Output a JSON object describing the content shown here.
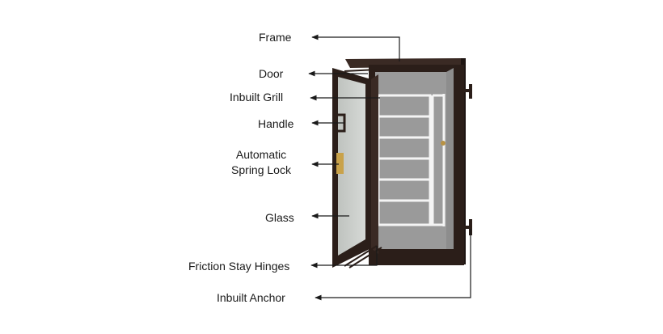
{
  "labels": {
    "frame": "Frame",
    "door": "Door",
    "inbuilt_grill": "Inbuilt Grill",
    "handle": "Handle",
    "spring_lock_line1": "Automatic",
    "spring_lock_line2": "Spring  Lock",
    "glass": "Glass",
    "friction_stay_hinges": "Friction Stay Hinges",
    "inbuilt_anchor": "Inbuilt Anchor"
  },
  "colors": {
    "frame": "#2b1e19",
    "glass": "#9a9a9a",
    "door_glass": "#c9ccc9",
    "grill": "#f4f4f4",
    "lock": "#c9a24a",
    "arrow": "#1a1a1a"
  }
}
